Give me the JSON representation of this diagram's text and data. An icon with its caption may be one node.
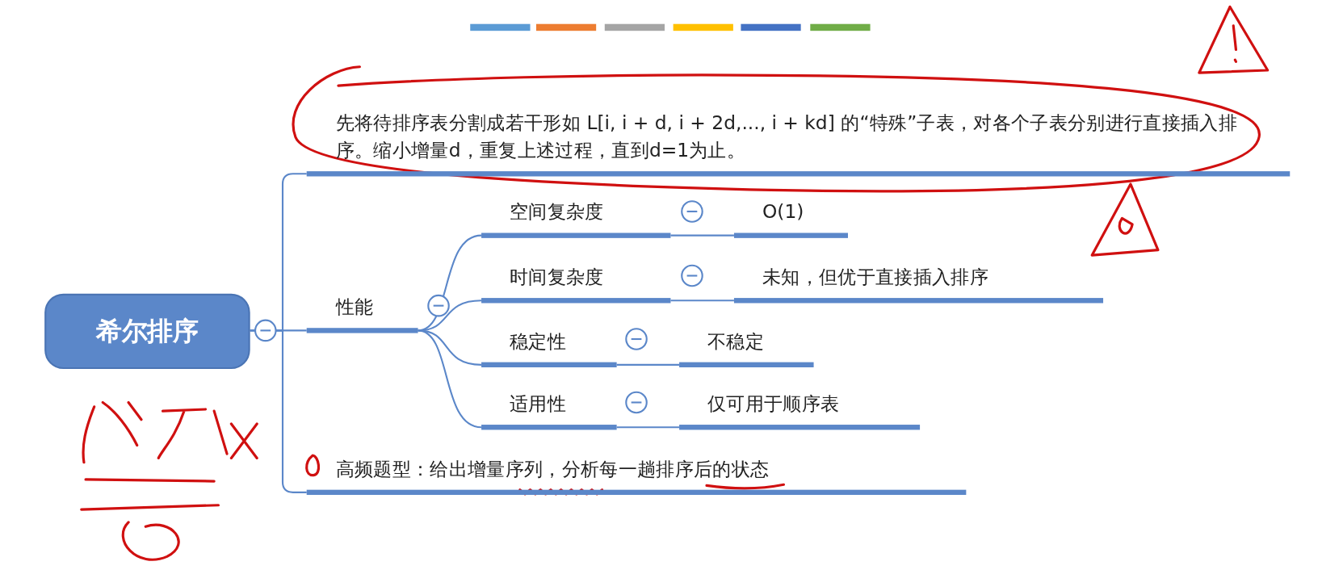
{
  "diagram": {
    "nodes": [
      {
        "text": [
          "希尔排序"
        ]
      },
      {
        "text": [
          "先将待排序表分割成若干形如 L[i, i + d, i + 2d,..., i + kd] 的“特殊”子表，对各个子表分别进行直接插入排序。缩小增量d，重复上述过程，直到d=1为止。"
        ]
      },
      {
        "text": [
          "性能"
        ]
      },
      {
        "text": [
          "空间复杂度"
        ]
      },
      {
        "text": [
          "O(1)"
        ]
      },
      {
        "text": [
          "时间复杂度"
        ]
      },
      {
        "text": [
          "未知，但优于直接插入排序"
        ]
      },
      {
        "text": [
          "稳定性"
        ]
      },
      {
        "text": [
          "不稳定"
        ]
      },
      {
        "text": [
          "适用性"
        ]
      },
      {
        "text": [
          "仅可用于顺序表"
        ]
      },
      {
        "text": [
          "高频题型：给出增量序列，分析每一趟排序后的状态"
        ]
      }
    ],
    "edges": [
      {
        "from": 0,
        "to": 1,
        "arrow": "none"
      },
      {
        "from": 0,
        "to": 2,
        "arrow": "none"
      },
      {
        "from": 0,
        "to": 11,
        "arrow": "none"
      },
      {
        "from": 2,
        "to": 3,
        "arrow": "none"
      },
      {
        "from": 2,
        "to": 5,
        "arrow": "none"
      },
      {
        "from": 2,
        "to": 7,
        "arrow": "none"
      },
      {
        "from": 2,
        "to": 9,
        "arrow": "none"
      },
      {
        "from": 3,
        "to": 4,
        "arrow": "none"
      },
      {
        "from": 5,
        "to": 6,
        "arrow": "none"
      },
      {
        "from": 7,
        "to": 8,
        "arrow": "none"
      },
      {
        "from": 9,
        "to": 10,
        "arrow": "none"
      }
    ]
  }
}
